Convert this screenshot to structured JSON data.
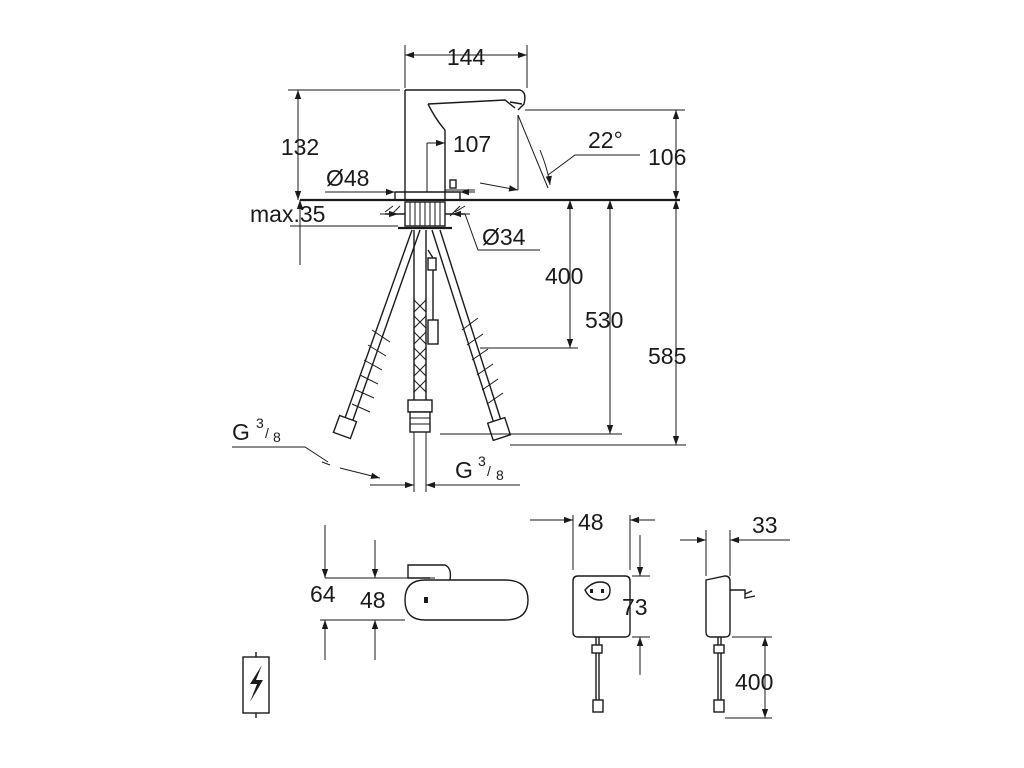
{
  "dimensions": {
    "spout_width": "144",
    "spout_height": "132",
    "spout_reach": "107",
    "spout_angle": "22°",
    "outlet_height": "106",
    "base_diameter": "Ø48",
    "max_mount_thickness": "max.35",
    "hole_diameter": "Ø34",
    "hose_length_short": "400",
    "hose_length_mid": "530",
    "hose_length_long": "585",
    "connection_left": "G",
    "connection_right": "G",
    "connection_fraction_num": "3",
    "connection_fraction_den": "8",
    "sensor_height": "64",
    "sensor_inner": "48",
    "adapter_width": "48",
    "adapter_height": "73",
    "adapter_depth": "33",
    "cable_length": "400"
  },
  "icons": {
    "power_symbol": "lightning-bolt-icon"
  }
}
